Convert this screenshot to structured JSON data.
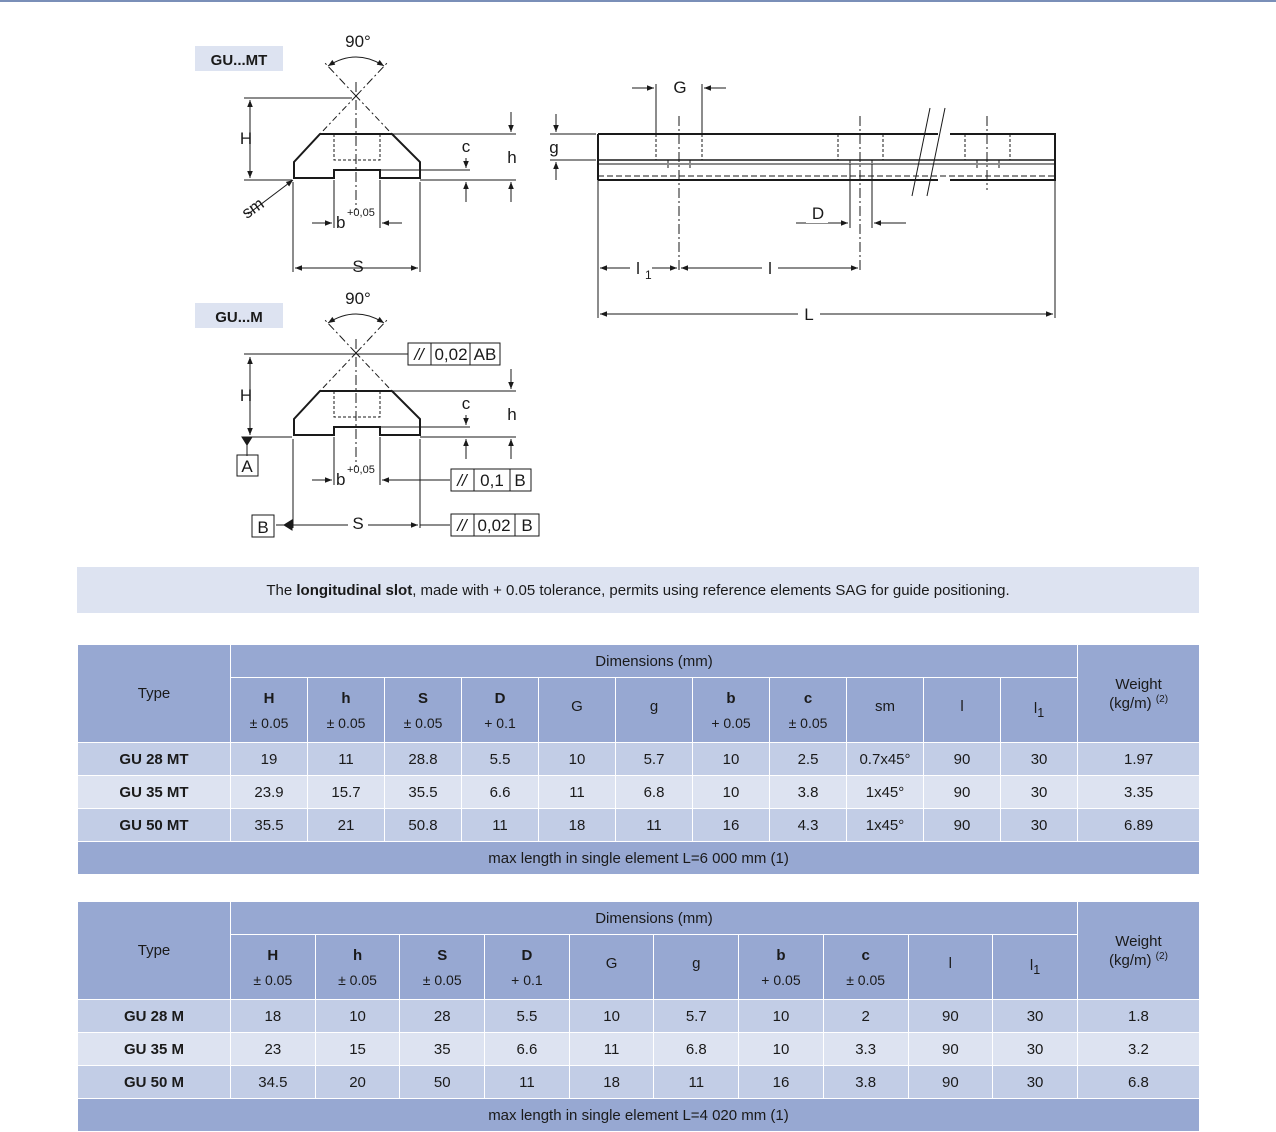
{
  "drawing": {
    "labels": {
      "gu_mt": "GU...MT",
      "gu_m": "GU...M",
      "angle": "90°",
      "H": "H",
      "h": "h",
      "c": "c",
      "sm": "sm",
      "b": "b",
      "b_tol": "+0,05",
      "S": "S",
      "G": "G",
      "g": "g",
      "D": "D",
      "l1": "l",
      "l1_sub": "1",
      "l": "l",
      "L": "L",
      "datum_A": "A",
      "datum_B": "B",
      "tol1_sym": "//",
      "tol1_val": "0,02",
      "tol1_ref": "AB",
      "tol2_sym": "//",
      "tol2_val": "0,1",
      "tol2_ref": "B",
      "tol3_sym": "//",
      "tol3_val": "0,02",
      "tol3_ref": "B"
    }
  },
  "note": {
    "pre": "The ",
    "bold": "longitudinal slot",
    "post": ", made with + 0.05 tolerance, permits using reference elements SAG for guide positioning."
  },
  "table_mt": {
    "type_header": "Type",
    "dimensions_header": "Dimensions  (mm)",
    "weight_header": "Weight",
    "weight_unit": "(kg/m)",
    "weight_note": "(2)",
    "columns": [
      {
        "sym": "H",
        "tol": "± 0.05"
      },
      {
        "sym": "h",
        "tol": "± 0.05"
      },
      {
        "sym": "S",
        "tol": "± 0.05"
      },
      {
        "sym": "D",
        "tol": "+ 0.1"
      },
      {
        "sym": "G",
        "tol": ""
      },
      {
        "sym": "g",
        "tol": ""
      },
      {
        "sym": "b",
        "tol": "+ 0.05"
      },
      {
        "sym": "c",
        "tol": "± 0.05"
      },
      {
        "sym": "sm",
        "tol": ""
      },
      {
        "sym": "l",
        "tol": ""
      },
      {
        "sym": "l",
        "sub": "1",
        "tol": ""
      }
    ],
    "rows": [
      {
        "type": "GU 28 MT",
        "values": [
          "19",
          "11",
          "28.8",
          "5.5",
          "10",
          "5.7",
          "10",
          "2.5",
          "0.7x45°",
          "90",
          "30"
        ],
        "weight": "1.97"
      },
      {
        "type": "GU 35 MT",
        "values": [
          "23.9",
          "15.7",
          "35.5",
          "6.6",
          "11",
          "6.8",
          "10",
          "3.8",
          "1x45°",
          "90",
          "30"
        ],
        "weight": "3.35"
      },
      {
        "type": "GU 50 MT",
        "values": [
          "35.5",
          "21",
          "50.8",
          "11",
          "18",
          "11",
          "16",
          "4.3",
          "1x45°",
          "90",
          "30"
        ],
        "weight": "6.89"
      }
    ],
    "footer": "max length in single element L=6 000 mm (1)"
  },
  "table_m": {
    "type_header": "Type",
    "dimensions_header": "Dimensions  (mm)",
    "weight_header": "Weight",
    "weight_unit": "(kg/m)",
    "weight_note": "(2)",
    "columns": [
      {
        "sym": "H",
        "tol": "± 0.05"
      },
      {
        "sym": "h",
        "tol": "± 0.05"
      },
      {
        "sym": "S",
        "tol": "± 0.05"
      },
      {
        "sym": "D",
        "tol": "+ 0.1"
      },
      {
        "sym": "G",
        "tol": ""
      },
      {
        "sym": "g",
        "tol": ""
      },
      {
        "sym": "b",
        "tol": "+ 0.05"
      },
      {
        "sym": "c",
        "tol": "± 0.05"
      },
      {
        "sym": "l",
        "tol": ""
      },
      {
        "sym": "l",
        "sub": "1",
        "tol": ""
      }
    ],
    "rows": [
      {
        "type": "GU 28 M",
        "values": [
          "18",
          "10",
          "28",
          "5.5",
          "10",
          "5.7",
          "10",
          "2",
          "90",
          "30"
        ],
        "weight": "1.8"
      },
      {
        "type": "GU 35 M",
        "values": [
          "23",
          "15",
          "35",
          "6.6",
          "11",
          "6.8",
          "10",
          "3.3",
          "90",
          "30"
        ],
        "weight": "3.2"
      },
      {
        "type": "GU 50 M",
        "values": [
          "34.5",
          "20",
          "50",
          "11",
          "18",
          "11",
          "16",
          "3.8",
          "90",
          "30"
        ],
        "weight": "6.8"
      }
    ],
    "footer": "max length in single element L=4 020 mm (1)"
  }
}
